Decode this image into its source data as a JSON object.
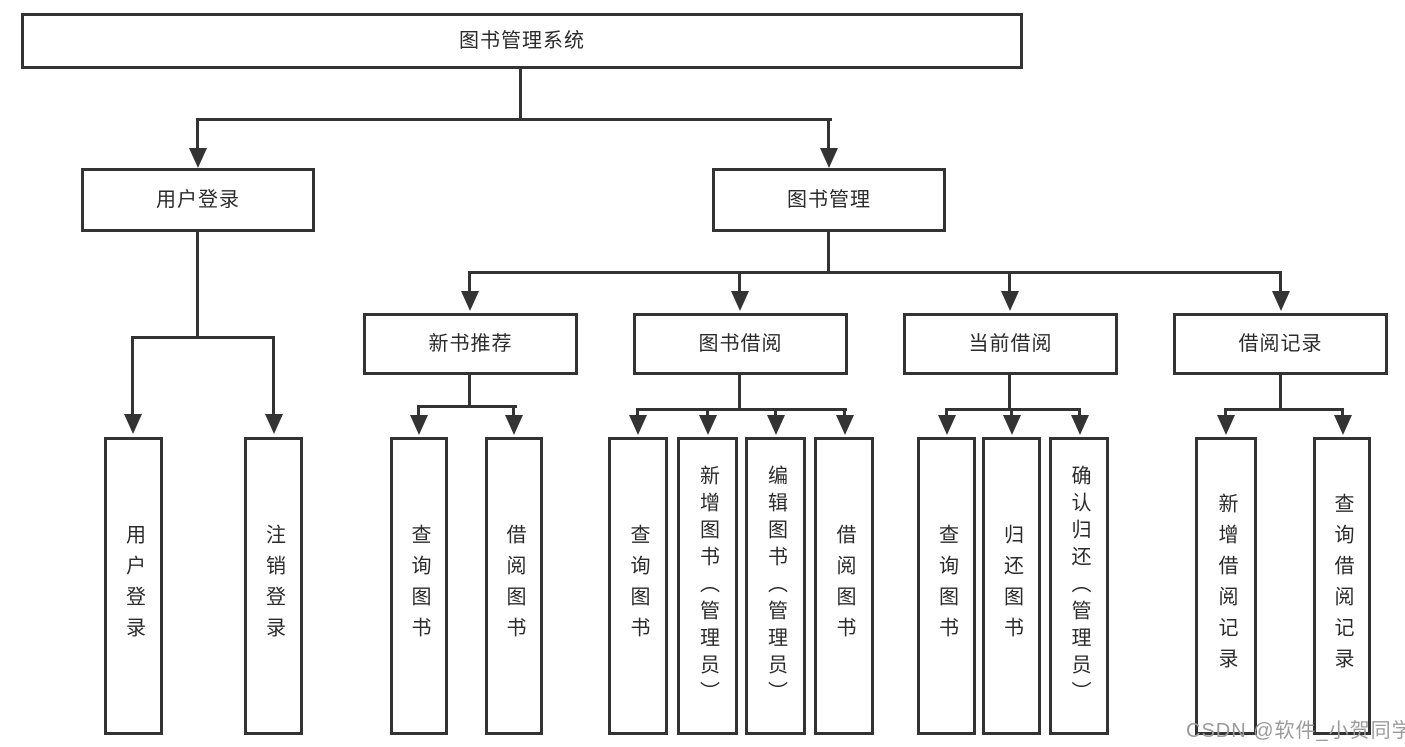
{
  "tree": {
    "label": "图书管理系统",
    "children": [
      {
        "label": "用户登录",
        "children": [
          {
            "label": "用户登录"
          },
          {
            "label": "注销登录"
          }
        ]
      },
      {
        "label": "图书管理",
        "children": [
          {
            "label": "新书推荐",
            "children": [
              {
                "label": "查询图书"
              },
              {
                "label": "借阅图书"
              }
            ]
          },
          {
            "label": "图书借阅",
            "children": [
              {
                "label": "查询图书"
              },
              {
                "label": "新增图书（管理员）"
              },
              {
                "label": "编辑图书（管理员）"
              },
              {
                "label": "借阅图书"
              }
            ]
          },
          {
            "label": "当前借阅",
            "children": [
              {
                "label": "查询图书"
              },
              {
                "label": "归还图书"
              },
              {
                "label": "确认归还（管理员）"
              }
            ]
          },
          {
            "label": "借阅记录",
            "children": [
              {
                "label": "新增借阅记录"
              },
              {
                "label": "查询借阅记录"
              }
            ]
          }
        ]
      }
    ]
  },
  "watermark": "CSDN @软件_小贺同学",
  "colors": {
    "line": "#333333",
    "text": "#2b2b2b",
    "background": "#ffffff",
    "watermark": "#9b9b9b"
  }
}
